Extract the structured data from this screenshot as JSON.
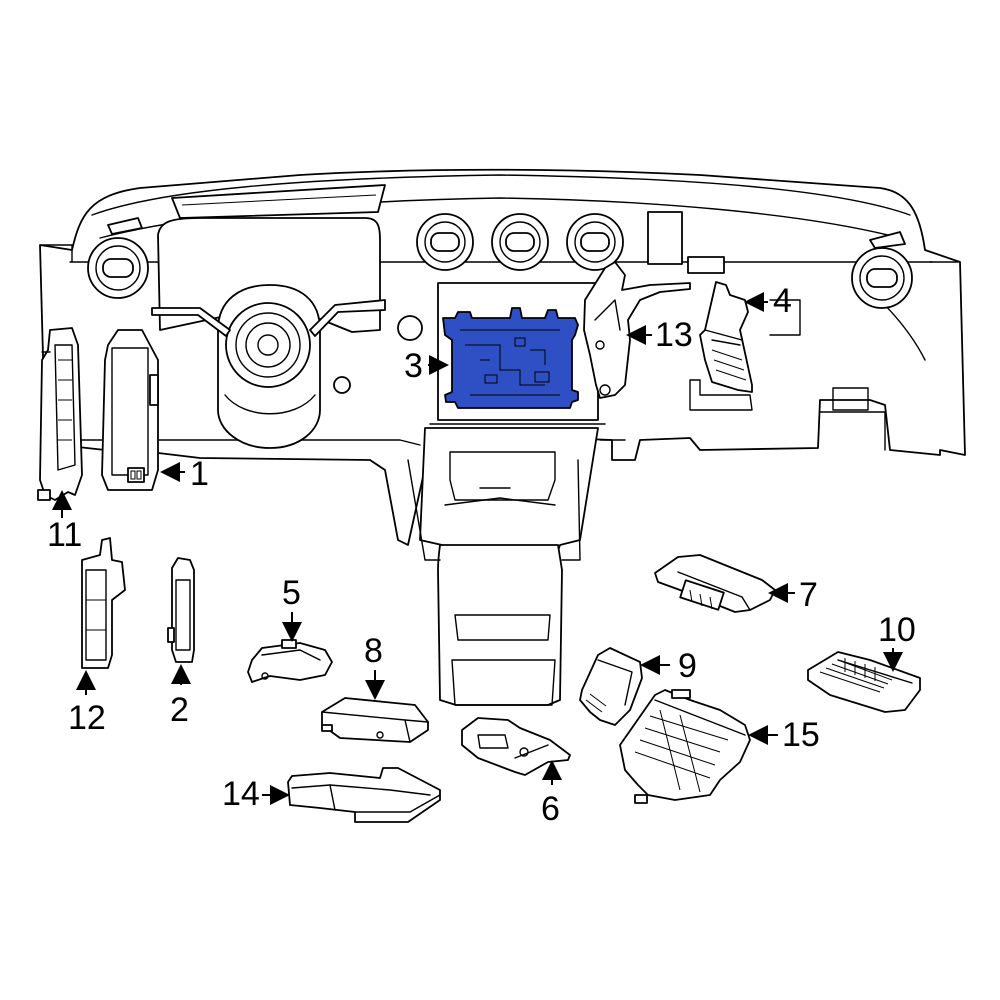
{
  "callouts": {
    "c1": "1",
    "c2": "2",
    "c3": "3",
    "c4": "4",
    "c5": "5",
    "c6": "6",
    "c7": "7",
    "c8": "8",
    "c9": "9",
    "c10": "10",
    "c11": "11",
    "c12": "12",
    "c13": "13",
    "c14": "14",
    "c15": "15"
  },
  "highlight_color": "#2f4fc4",
  "highlighted_part": "3"
}
